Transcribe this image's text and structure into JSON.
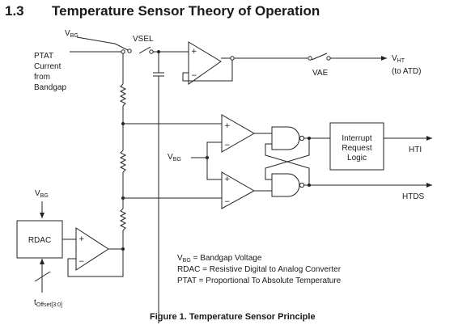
{
  "section": {
    "number": "1.3",
    "title": "Temperature Sensor Theory of Operation"
  },
  "labels": {
    "vbg_top": {
      "main": "V",
      "sub": "BG"
    },
    "vsel": "VSEL",
    "ptat_lines": [
      "PTAT",
      "Current",
      "from",
      "Bandgap"
    ],
    "vht": {
      "main": "V",
      "sub": "HT"
    },
    "vht_note": "(to ATD)",
    "vae": "VAE",
    "vbg_mid": {
      "main": "V",
      "sub": "BG"
    },
    "vbg_left": {
      "main": "V",
      "sub": "BG"
    },
    "interrupt_lines": [
      "Interrupt",
      "Request",
      "Logic"
    ],
    "hti": "HTI",
    "htds": "HTDS",
    "rdac": "RDAC",
    "toffset": {
      "main": "t",
      "sub": "Offset[3:0]"
    },
    "plus": "+",
    "minus": "−"
  },
  "legend": {
    "line1": {
      "main": "V",
      "sub": "BG",
      "rest": " = Bandgap Voltage"
    },
    "line2": "RDAC = Resistive Digital to Analog Converter",
    "line3": "PTAT = Proportional To Absolute Temperature"
  },
  "caption": "Figure 1. Temperature Sensor Principle"
}
